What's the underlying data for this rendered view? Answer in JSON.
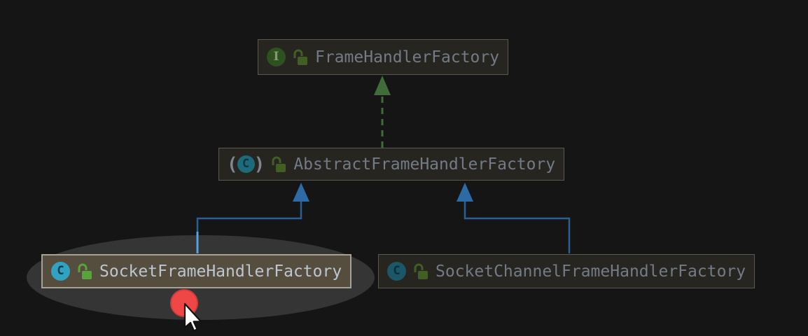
{
  "diagram": {
    "type": "uml-class-hierarchy",
    "background": "#151515",
    "nodes": [
      {
        "label": "FrameHandlerFactory",
        "kind": "interface",
        "icon_letter": "I",
        "visibility_icon": "unlocked-green",
        "selected": false
      },
      {
        "label": "AbstractFrameHandlerFactory",
        "kind": "abstract-class",
        "icon_letter": "C",
        "paren_open": "(",
        "paren_close": ")",
        "visibility_icon": "unlocked-green",
        "selected": false
      },
      {
        "label": "SocketFrameHandlerFactory",
        "kind": "class",
        "icon_letter": "C",
        "visibility_icon": "unlocked-green",
        "selected": true
      },
      {
        "label": "SocketChannelFrameHandlerFactory",
        "kind": "class",
        "icon_letter": "C",
        "visibility_icon": "unlocked-green",
        "selected": false
      }
    ],
    "edges": [
      {
        "from": "AbstractFrameHandlerFactory",
        "to": "FrameHandlerFactory",
        "relation": "implements",
        "line": "dashed",
        "color": "#3f6c3a"
      },
      {
        "from": "SocketFrameHandlerFactory",
        "to": "AbstractFrameHandlerFactory",
        "relation": "extends",
        "line": "solid",
        "color": "#2b5e93"
      },
      {
        "from": "SocketChannelFrameHandlerFactory",
        "to": "AbstractFrameHandlerFactory",
        "relation": "extends",
        "line": "solid",
        "color": "#2b5e93"
      }
    ],
    "highlight": {
      "shape": "ellipse",
      "around": "SocketFrameHandlerFactory"
    },
    "click_indicator": {
      "color": "#ef4646"
    },
    "colors": {
      "node_bg": "#26251f",
      "node_border": "#5b594f",
      "node_text": "#737b86",
      "selected_bg": "#554e3f",
      "selected_border": "#a6a195",
      "selected_text": "#bdc6cf",
      "interface_icon_green": "#2e5120",
      "class_icon_cyan": "#2fa3c0",
      "class_icon_cyan_dim": "#1b5767",
      "abstract_icon_teal": "#1d6a7a",
      "lock_green": "#5aa33c",
      "lock_green_dim": "#415f22",
      "edge_extends_blue": "#2b5e93",
      "edge_implements_green": "#3f6c3a",
      "edge_highlight_blue": "#58a0e8"
    }
  }
}
